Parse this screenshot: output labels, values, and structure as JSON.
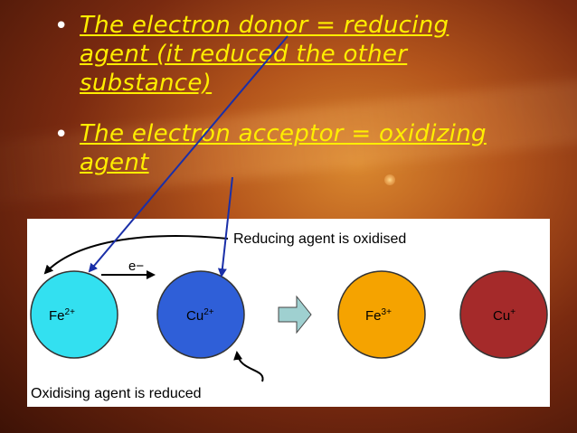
{
  "slide": {
    "bullets": [
      {
        "text": "The electron donor = reducing agent (it reduced the other substance)"
      },
      {
        "text": "The electron acceptor = oxidizing agent"
      }
    ],
    "bullet_glyph": "•"
  },
  "diagram": {
    "top_caption": "Reducing agent is oxidised",
    "bottom_caption": "Oxidising agent is reduced",
    "electron_label": "e−",
    "ions": [
      {
        "base": "Fe",
        "charge": "2+",
        "color": "#33e0f0"
      },
      {
        "base": "Cu",
        "charge": "2+",
        "color": "#2f5fd8"
      },
      {
        "base": "Fe",
        "charge": "3+",
        "color": "#f5a300"
      },
      {
        "base": "Cu",
        "charge": "+",
        "color": "#a52a2a"
      }
    ],
    "arrow_color": "#9fd0d0",
    "pointer_line_color": "#1a2fa8"
  }
}
